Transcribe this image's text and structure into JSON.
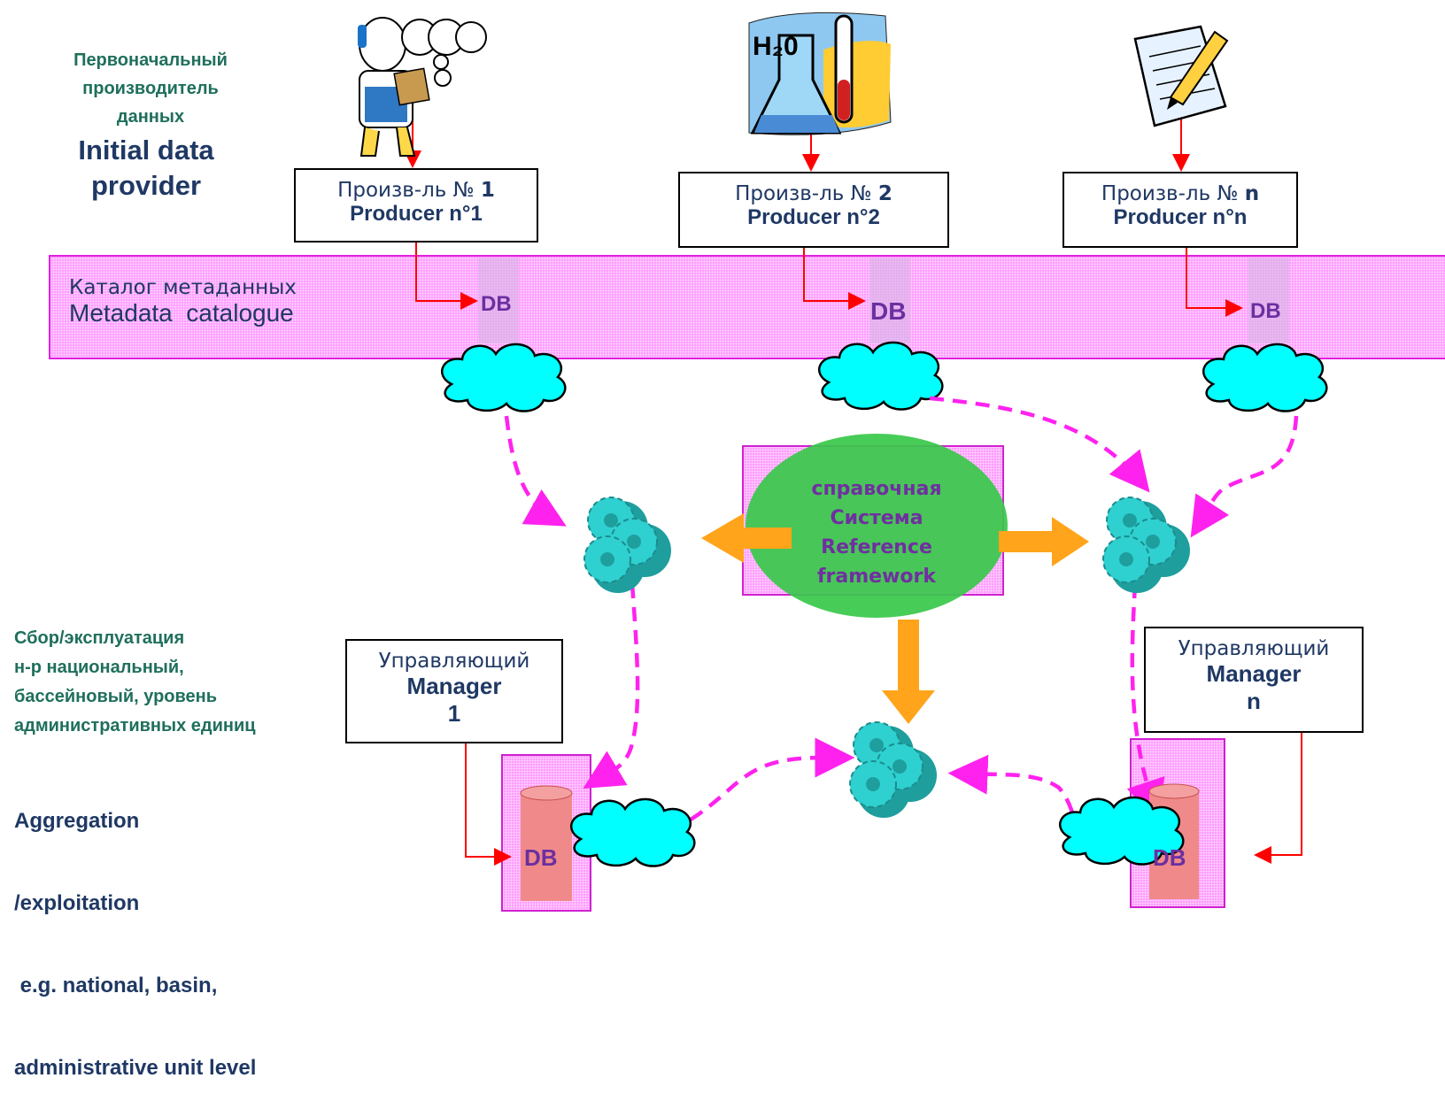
{
  "left_labels": {
    "initial_ru": [
      "Первоначальный",
      "производитель",
      "данных"
    ],
    "initial_en": [
      "Initial data",
      "provider"
    ],
    "aggregation_ru": [
      "Сбор/эксплуатация",
      "н-р национальный,",
      "бассейновый, уровень",
      "административных единиц"
    ],
    "aggregation_en": [
      "Aggregation",
      "/exploitation",
      " e.g. national, basin,",
      "administrative unit level"
    ]
  },
  "producers": [
    {
      "ru_prefix": "Произв-ль № ",
      "ru_num": "1",
      "en": "Producer n°1"
    },
    {
      "ru_prefix": "Произв-ль № ",
      "ru_num": "2",
      "en": "Producer n°2"
    },
    {
      "ru_prefix": "Произв-ль № ",
      "ru_num": "n",
      "en": "Producer n°n"
    }
  ],
  "catalogue": {
    "ru": "Каталог метаданных",
    "en": "Metadata  catalogue"
  },
  "db_label": "DB",
  "reference": {
    "lines": [
      "справочная",
      "Система",
      "Reference",
      "framework"
    ]
  },
  "managers": [
    {
      "ru": "Управляющий",
      "en": "Manager",
      "num": "1"
    },
    {
      "ru": "Управляющий",
      "en": "Manager",
      "num": "n"
    }
  ],
  "colors": {
    "pink": "#ff9cff",
    "cyan": "#00ffff",
    "gear": "#2fc8c8",
    "orange": "#ffa500",
    "green": "#33cc55",
    "dashed": "#ff22ee",
    "arrow_red": "#ff0000"
  }
}
